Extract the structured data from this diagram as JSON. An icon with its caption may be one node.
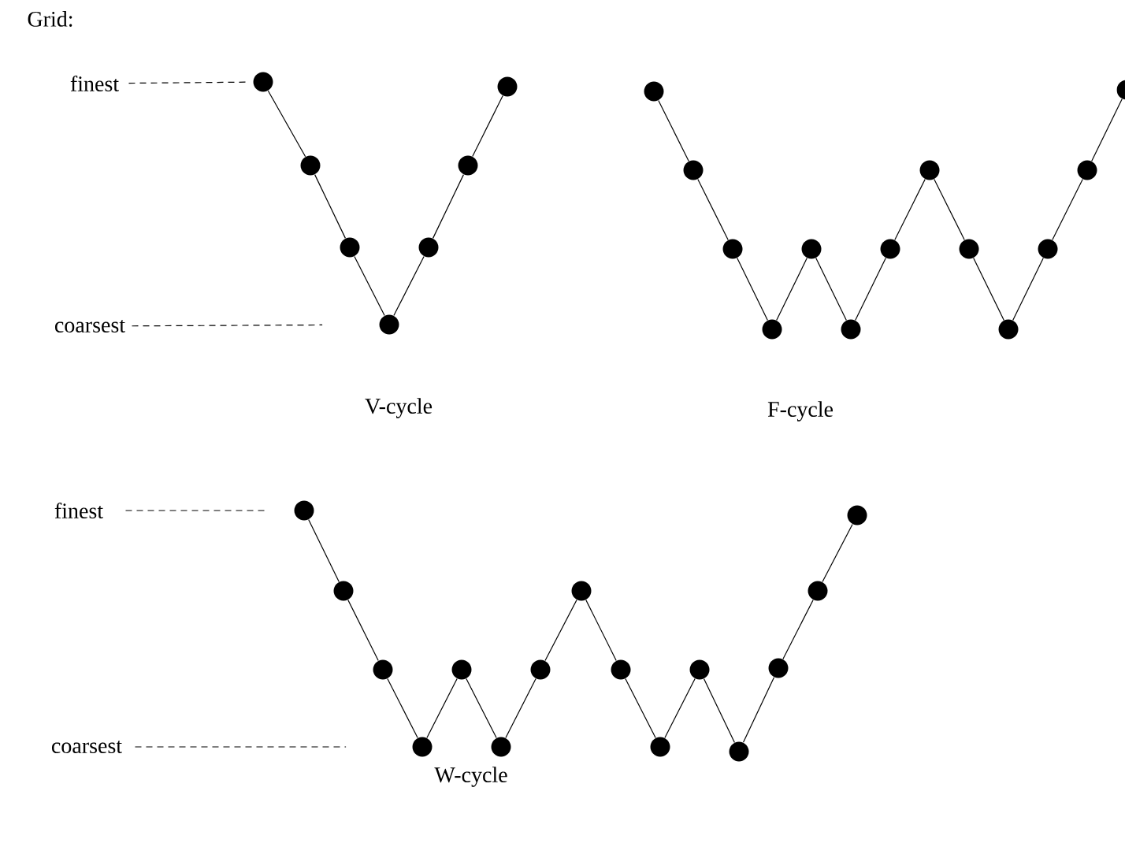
{
  "diagram": {
    "nodes": [
      {
        "text": [
          "finest"
        ]
      },
      {
        "text": [
          "coarsest"
        ]
      },
      {
        "text": [],
        "shape": "circle"
      },
      {
        "text": [],
        "shape": "circle"
      },
      {
        "text": [],
        "shape": "circle"
      },
      {
        "text": [],
        "shape": "circle"
      },
      {
        "text": [],
        "shape": "circle"
      },
      {
        "text": [],
        "shape": "circle"
      },
      {
        "text": [],
        "shape": "circle"
      },
      {
        "text": [],
        "shape": "circle"
      },
      {
        "text": [],
        "shape": "circle"
      },
      {
        "text": [],
        "shape": "circle"
      },
      {
        "text": [],
        "shape": "circle"
      },
      {
        "text": [],
        "shape": "circle"
      },
      {
        "text": [],
        "shape": "circle"
      },
      {
        "text": [],
        "shape": "circle"
      },
      {
        "text": [],
        "shape": "circle"
      },
      {
        "text": [],
        "shape": "circle"
      },
      {
        "text": [],
        "shape": "circle"
      },
      {
        "text": [],
        "shape": "circle"
      },
      {
        "text": [],
        "shape": "circle"
      },
      {
        "text": [],
        "shape": "circle"
      },
      {
        "text": [
          "finest"
        ]
      },
      {
        "text": [
          "coarsest"
        ]
      },
      {
        "text": [],
        "shape": "circle"
      },
      {
        "text": [],
        "shape": "circle"
      },
      {
        "text": [],
        "shape": "circle"
      },
      {
        "text": [],
        "shape": "circle"
      },
      {
        "text": [],
        "shape": "circle"
      },
      {
        "text": [],
        "shape": "circle"
      },
      {
        "text": [],
        "shape": "circle"
      },
      {
        "text": [],
        "shape": "circle"
      },
      {
        "text": [],
        "shape": "circle"
      },
      {
        "text": [],
        "shape": "circle"
      },
      {
        "text": [],
        "shape": "circle"
      },
      {
        "text": [],
        "shape": "circle"
      },
      {
        "text": [],
        "shape": "circle"
      },
      {
        "text": [],
        "shape": "circle"
      },
      {
        "text": [],
        "shape": "circle"
      }
    ],
    "edges": [
      {
        "from": 0,
        "to": 2,
        "arrow": "none",
        "style": "dashed"
      },
      {
        "from": 1,
        "to": 5,
        "arrow": "none",
        "style": "dashed"
      },
      {
        "from": 2,
        "to": 3,
        "arrow": "none"
      },
      {
        "from": 3,
        "to": 4,
        "arrow": "none"
      },
      {
        "from": 4,
        "to": 5,
        "arrow": "none"
      },
      {
        "from": 5,
        "to": 6,
        "arrow": "none"
      },
      {
        "from": 6,
        "to": 7,
        "arrow": "none"
      },
      {
        "from": 7,
        "to": 8,
        "arrow": "none"
      },
      {
        "from": 9,
        "to": 10,
        "arrow": "none"
      },
      {
        "from": 10,
        "to": 11,
        "arrow": "none"
      },
      {
        "from": 11,
        "to": 12,
        "arrow": "none"
      },
      {
        "from": 12,
        "to": 13,
        "arrow": "none"
      },
      {
        "from": 13,
        "to": 14,
        "arrow": "none"
      },
      {
        "from": 14,
        "to": 15,
        "arrow": "none"
      },
      {
        "from": 15,
        "to": 16,
        "arrow": "none"
      },
      {
        "from": 16,
        "to": 17,
        "arrow": "none"
      },
      {
        "from": 17,
        "to": 18,
        "arrow": "none"
      },
      {
        "from": 18,
        "to": 19,
        "arrow": "none"
      },
      {
        "from": 19,
        "to": 20,
        "arrow": "none"
      },
      {
        "from": 20,
        "to": 21,
        "arrow": "none"
      },
      {
        "from": 22,
        "to": 24,
        "arrow": "none",
        "style": "dashed"
      },
      {
        "from": 23,
        "to": 27,
        "arrow": "none",
        "style": "dashed"
      },
      {
        "from": 24,
        "to": 25,
        "arrow": "none"
      },
      {
        "from": 25,
        "to": 26,
        "arrow": "none"
      },
      {
        "from": 26,
        "to": 27,
        "arrow": "none"
      },
      {
        "from": 27,
        "to": 28,
        "arrow": "none"
      },
      {
        "from": 28,
        "to": 29,
        "arrow": "none"
      },
      {
        "from": 29,
        "to": 30,
        "arrow": "none"
      },
      {
        "from": 30,
        "to": 31,
        "arrow": "none"
      },
      {
        "from": 31,
        "to": 32,
        "arrow": "none"
      },
      {
        "from": 32,
        "to": 33,
        "arrow": "none"
      },
      {
        "from": 33,
        "to": 34,
        "arrow": "none"
      },
      {
        "from": 34,
        "to": 35,
        "arrow": "none"
      },
      {
        "from": 35,
        "to": 36,
        "arrow": "none"
      },
      {
        "from": 36,
        "to": 37,
        "arrow": "none"
      },
      {
        "from": 37,
        "to": 38,
        "arrow": "none"
      }
    ],
    "labels": [
      "Grid:",
      "V-cycle",
      "F-cycle",
      "W-cycle"
    ]
  }
}
